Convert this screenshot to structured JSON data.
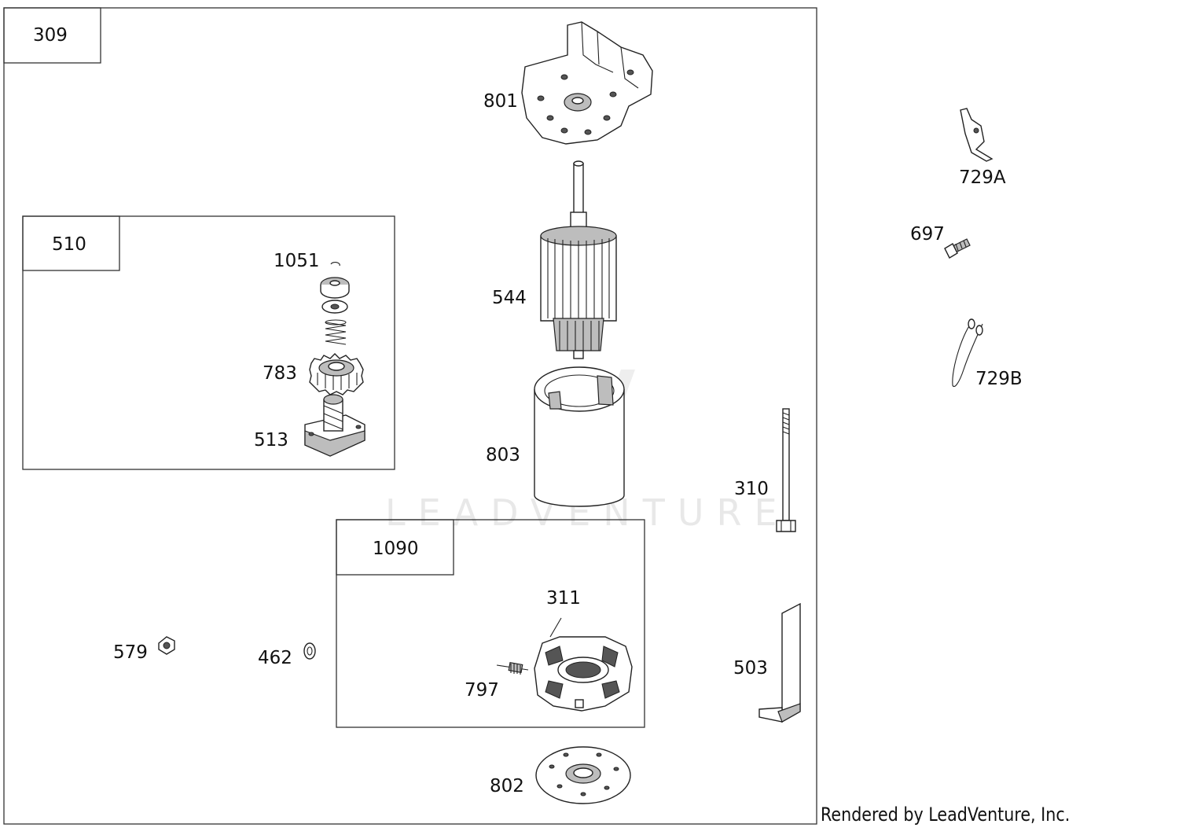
{
  "diagram": {
    "main_assembly": "309",
    "subassemblies": [
      {
        "ref": "510",
        "items": [
          "1051",
          "783",
          "513"
        ]
      },
      {
        "ref": "1090",
        "items": [
          "311",
          "797"
        ]
      }
    ],
    "parts": [
      {
        "ref": "801"
      },
      {
        "ref": "544"
      },
      {
        "ref": "803"
      },
      {
        "ref": "802"
      },
      {
        "ref": "310"
      },
      {
        "ref": "503"
      },
      {
        "ref": "579"
      },
      {
        "ref": "462"
      },
      {
        "ref": "729A"
      },
      {
        "ref": "697"
      },
      {
        "ref": "729B"
      }
    ],
    "watermark": "LEADVENTURE",
    "credit": "Rendered by LeadVenture, Inc."
  }
}
